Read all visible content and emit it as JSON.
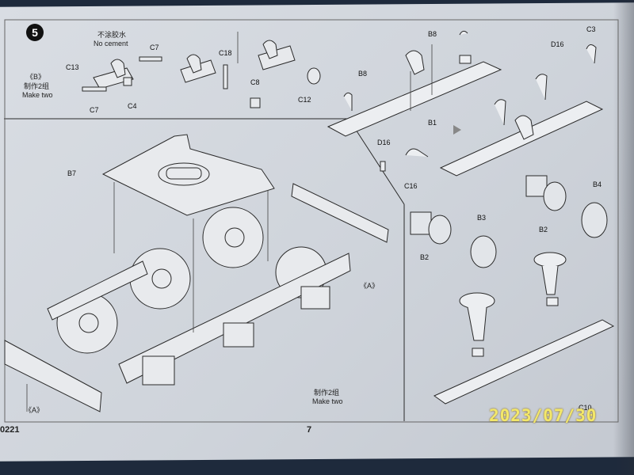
{
  "page": {
    "step_number": "5",
    "page_number": "7",
    "code_number": "0221",
    "date_stamp": "2023/07/30"
  },
  "notes": {
    "no_cement_cn": "不涂胶水",
    "no_cement_en": "No cement",
    "subassembly_b": "《B》",
    "make_two_cn_top": "制作2组",
    "make_two_en_top": "Make two",
    "make_two_cn_bottom": "制作2组",
    "make_two_en_bottom": "Make two",
    "subassembly_a_right": "《A》",
    "subassembly_a_left": "《A》"
  },
  "part_labels": {
    "c7_top": "C7",
    "c13": "C13",
    "c7_bottom": "C7",
    "c4": "C4",
    "c18": "C18",
    "c8": "C8",
    "c12": "C12",
    "b8_top": "B8",
    "b8_left": "B8",
    "b1": "B1",
    "d16_top": "D16",
    "c3": "C3",
    "d16_mid": "D16",
    "c16": "C16",
    "b7": "B7",
    "b2_right": "B2",
    "b4": "B4",
    "b3": "B3",
    "b2_left": "B2",
    "c10": "C10"
  }
}
